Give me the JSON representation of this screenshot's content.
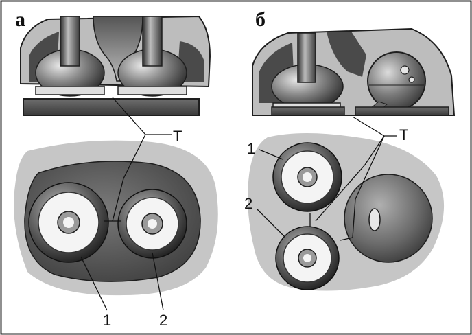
{
  "panels": {
    "a": {
      "letter": "а"
    },
    "b": {
      "letter": "б"
    }
  },
  "labels": {
    "t": "T",
    "one": "1",
    "two": "2"
  },
  "colors": {
    "frame": "#222222",
    "background": "#ffffff",
    "light_gray": "#c4c4c4",
    "mid_gray": "#8a8a8a",
    "dark_gray": "#4a4a4a",
    "near_black": "#1e1e1e",
    "valve_face": "#f4f4f4"
  }
}
